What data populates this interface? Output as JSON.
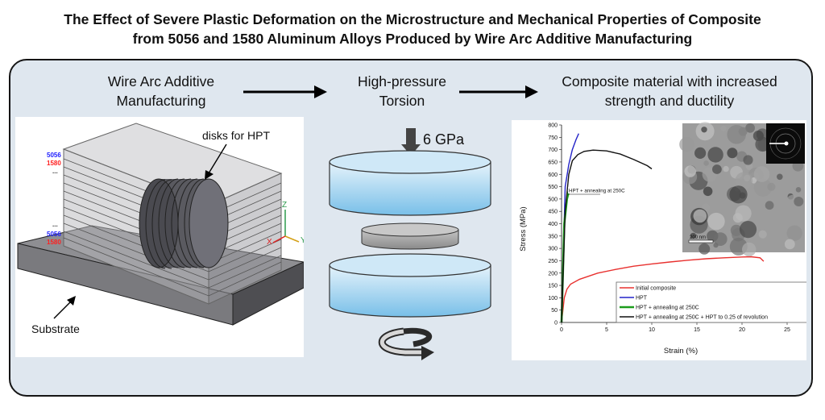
{
  "title": {
    "line1": "The Effect of Severe Plastic Deformation on the Microstructure and Mechanical Properties of Composite",
    "line2": "from 5056 and 1580 Aluminum Alloys Produced by Wire Arc Additive Manufacturing"
  },
  "steps": [
    {
      "line1": "Wire Arc Additive",
      "line2": "Manufacturing"
    },
    {
      "line1": "High-pressure",
      "line2": "Torsion"
    },
    {
      "line1": "Composite material with increased",
      "line2": "strength and ductility"
    }
  ],
  "waam": {
    "disks_label": "disks for HPT",
    "substrate_label": "Substrate",
    "layer_labels_top": [
      "5056",
      "1580",
      "..."
    ],
    "layer_labels_bottom": [
      "...",
      "5056",
      "1580"
    ],
    "axis_labels": [
      "Z",
      "X",
      "Y"
    ],
    "colors": {
      "5056": "#2020ff",
      "1580": "#ff2020"
    }
  },
  "hpt": {
    "pressure_label": "6 GPa"
  },
  "chart_data": {
    "type": "line",
    "xlabel": "Strain (%)",
    "ylabel": "Stress (MPa)",
    "xlim": [
      0,
      25
    ],
    "ylim": [
      0,
      800
    ],
    "xticks": [
      0,
      5,
      10,
      15,
      20,
      25
    ],
    "yticks": [
      0,
      50,
      100,
      150,
      200,
      250,
      300,
      350,
      400,
      450,
      500,
      550,
      600,
      650,
      700,
      750,
      800
    ],
    "legend_position": "bottom-right",
    "annotation": "HPT + annealing at 250C",
    "scale_bar_label": "200 nm",
    "series": [
      {
        "name": "Initial composite",
        "color": "#e8312f",
        "x": [
          0,
          0.3,
          0.6,
          1,
          2,
          4,
          6,
          8,
          10,
          12,
          14,
          16,
          18,
          20,
          21,
          22,
          22.4
        ],
        "y": [
          0,
          100,
          135,
          155,
          175,
          200,
          215,
          228,
          237,
          245,
          252,
          258,
          262,
          265,
          266,
          262,
          248
        ]
      },
      {
        "name": "HPT",
        "color": "#2424c8",
        "x": [
          0,
          0.4,
          0.8,
          1.2,
          1.6,
          1.9
        ],
        "y": [
          0,
          550,
          640,
          700,
          740,
          765
        ]
      },
      {
        "name": "HPT + annealing at 250C",
        "color": "#1c9c1c",
        "x": [
          0,
          0.3,
          0.6,
          0.8,
          0.9
        ],
        "y": [
          0,
          400,
          500,
          530,
          540
        ]
      },
      {
        "name": "HPT + annealing at 250C + HPT to 0.25 of revolution",
        "color": "#111111",
        "x": [
          0,
          0.4,
          0.8,
          1.2,
          1.8,
          2.5,
          3.5,
          5,
          6.5,
          8,
          9.5,
          10
        ],
        "y": [
          0,
          450,
          600,
          655,
          680,
          693,
          698,
          695,
          682,
          660,
          635,
          622
        ]
      }
    ]
  }
}
